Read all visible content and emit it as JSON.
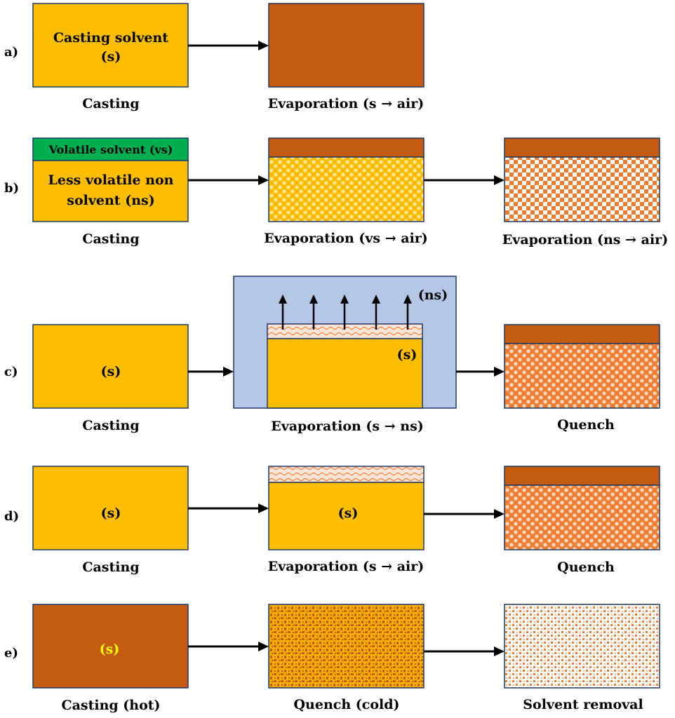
{
  "colors": {
    "yellow": "#FDBE00",
    "brown": "#C55A11",
    "green": "#00B050",
    "blue": "#B4C7E7",
    "orange": "#ED7D31",
    "border": "#1F3864",
    "arrow": "#000000",
    "yellow_text": "#FFFF00"
  },
  "rows": {
    "a": {
      "label": "a)",
      "box1_text": [
        "Casting solvent",
        "(s)"
      ],
      "cap1": "Casting",
      "cap2": "Evaporation (s → air)"
    },
    "b": {
      "label": "b)",
      "top_layer": "Volatile solvent (vs)",
      "box1_text": [
        "Less volatile non",
        "solvent (ns)"
      ],
      "cap1": "Casting",
      "cap2": "Evaporation (vs → air)",
      "cap3": "Evaporation (ns → air)"
    },
    "c": {
      "label": "c)",
      "box1_text": "(s)",
      "vapor_label": "(ns)",
      "film_label": "(s)",
      "cap1": "Casting",
      "cap2": "Evaporation (s → ns)",
      "cap3": "Quench"
    },
    "d": {
      "label": "d)",
      "box1_text": "(s)",
      "box2_text": "(s)",
      "cap1": "Casting",
      "cap2": "Evaporation (s → air)",
      "cap3": "Quench"
    },
    "e": {
      "label": "e)",
      "box1_text": "(s)",
      "cap1": "Casting (hot)",
      "cap2": "Quench (cold)",
      "cap3": "Solvent removal"
    }
  }
}
